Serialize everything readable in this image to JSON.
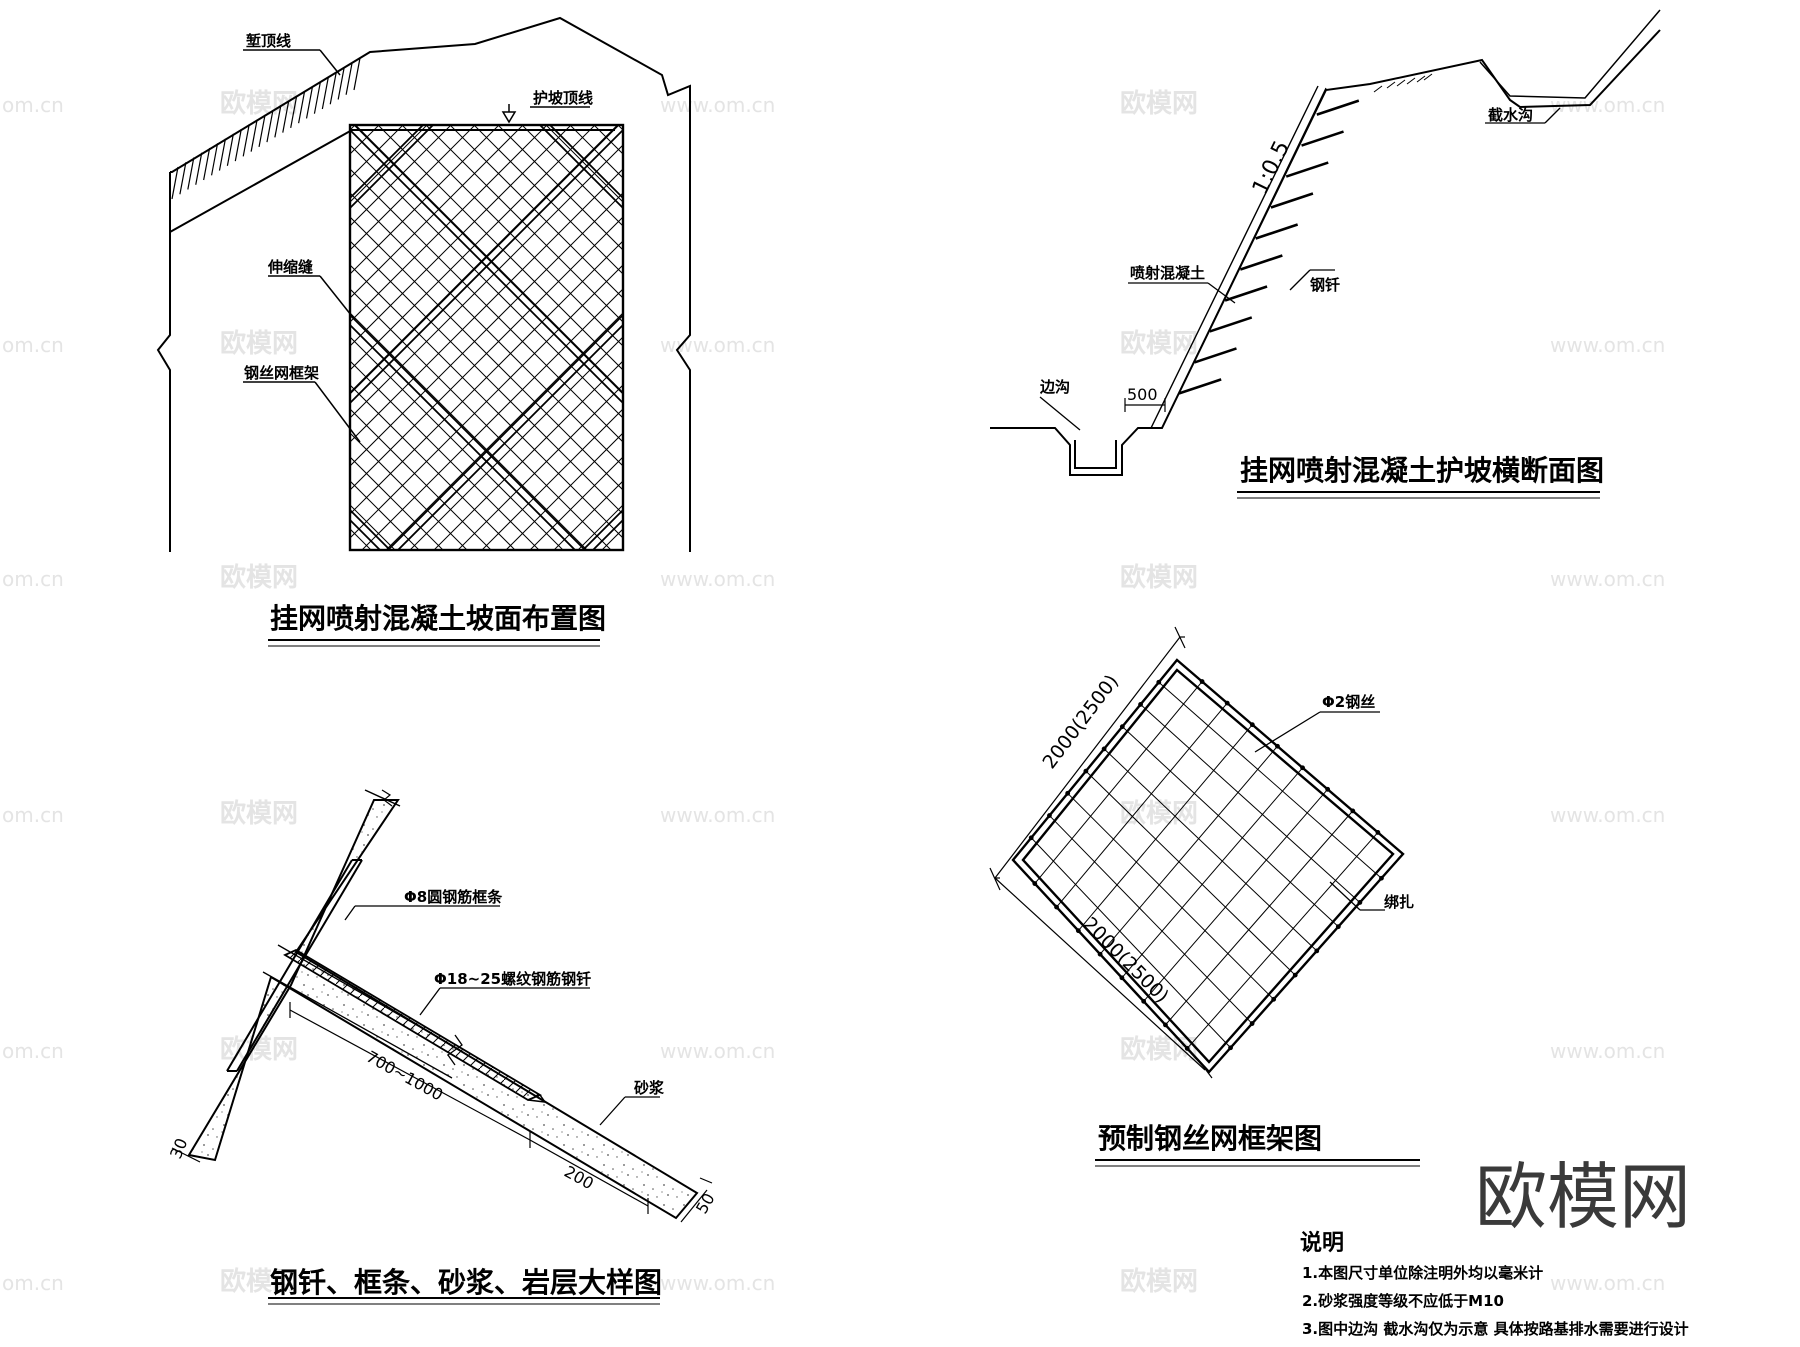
{
  "layout_plan": {
    "title": "挂网喷射混凝土坡面布置图",
    "labels": {
      "top_line": "堑顶线",
      "slope_top": "护坡顶线",
      "joint": "伸缩缝",
      "frame": "钢丝网框架"
    }
  },
  "cross_section": {
    "title": "挂网喷射混凝土护坡横断面图",
    "labels": {
      "ratio": "1:0.5",
      "shotcrete": "喷射混凝土",
      "anchor": "钢钎",
      "side_ditch": "边沟",
      "dim_500": "500",
      "intercept_ditch": "截水沟"
    }
  },
  "detail": {
    "title": "钢钎、框条、砂浆、岩层大样图",
    "labels": {
      "frame_bar": "Φ8圆钢筋框条",
      "anchor_bar": "Φ18~25螺纹钢筋钢钎",
      "mortar": "砂浆",
      "dim_length": "700~1000",
      "dim_200": "200",
      "dim_30": "30",
      "dim_50": "50"
    }
  },
  "mesh_frame": {
    "title": "预制钢丝网框架图",
    "labels": {
      "wire": "Φ2钢丝",
      "tie": "绑扎",
      "dim_upper": "2000(2500)",
      "dim_lower": "2000(2500)"
    }
  },
  "notes": {
    "heading": "说明",
    "items": [
      "1.本图尺寸单位除注明外均以毫米计",
      "2.砂浆强度等级不应低于M10",
      "3.图中边沟 截水沟仅为示意 具体按路基排水需要进行设计"
    ]
  },
  "watermark": {
    "brand": "欧模网",
    "cn": "欧模网",
    "url": "www.om.cn",
    "url_partial": "om.cn"
  }
}
